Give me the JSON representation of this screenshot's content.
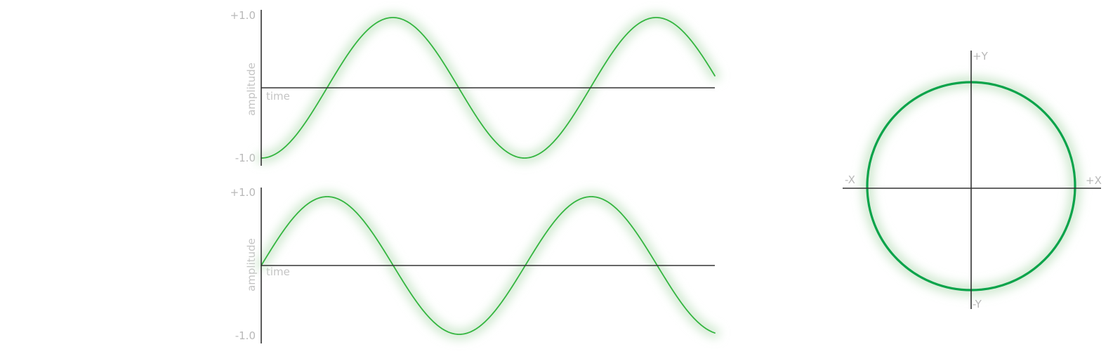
{
  "colors": {
    "wave": "#33b53f",
    "circle": "#0aa34a",
    "glow": "#cfe8cf",
    "axis": "#333333",
    "label": "#b8b8b8"
  },
  "chart_data": [
    {
      "type": "line",
      "id": "top-wave",
      "ylabel": "amplitude",
      "xlabel": "time",
      "y_tick_labels": [
        "+1.0",
        "-1.0"
      ],
      "ylim": [
        -1,
        1
      ],
      "function": "-cos",
      "series": [
        {
          "x": [
            0,
            0.25,
            0.5,
            0.75,
            1.0,
            1.25,
            1.5,
            1.75,
            1.72
          ],
          "values": [
            -1,
            0,
            1,
            0,
            -1,
            0,
            1,
            0,
            0.23
          ]
        }
      ],
      "grid": false
    },
    {
      "type": "line",
      "id": "bottom-wave",
      "ylabel": "amplitude",
      "xlabel": "time",
      "y_tick_labels": [
        "+1.0",
        "-1.0"
      ],
      "ylim": [
        -1,
        1
      ],
      "function": "sin",
      "series": [
        {
          "x": [
            0,
            0.25,
            0.5,
            0.75,
            1.0,
            1.25,
            1.5,
            1.75
          ],
          "values": [
            0,
            1,
            0,
            -1,
            0,
            1,
            0,
            -0.93
          ]
        }
      ],
      "grid": false
    },
    {
      "type": "scatter",
      "id": "xy-circle",
      "shape": "circle",
      "radius": 1,
      "xlim": [
        -1.25,
        1.25
      ],
      "ylim": [
        -1.25,
        1.25
      ],
      "axis_labels": {
        "pos_x": "+X",
        "neg_x": "-X",
        "pos_y": "+Y",
        "neg_y": "-Y"
      },
      "grid": false
    }
  ]
}
